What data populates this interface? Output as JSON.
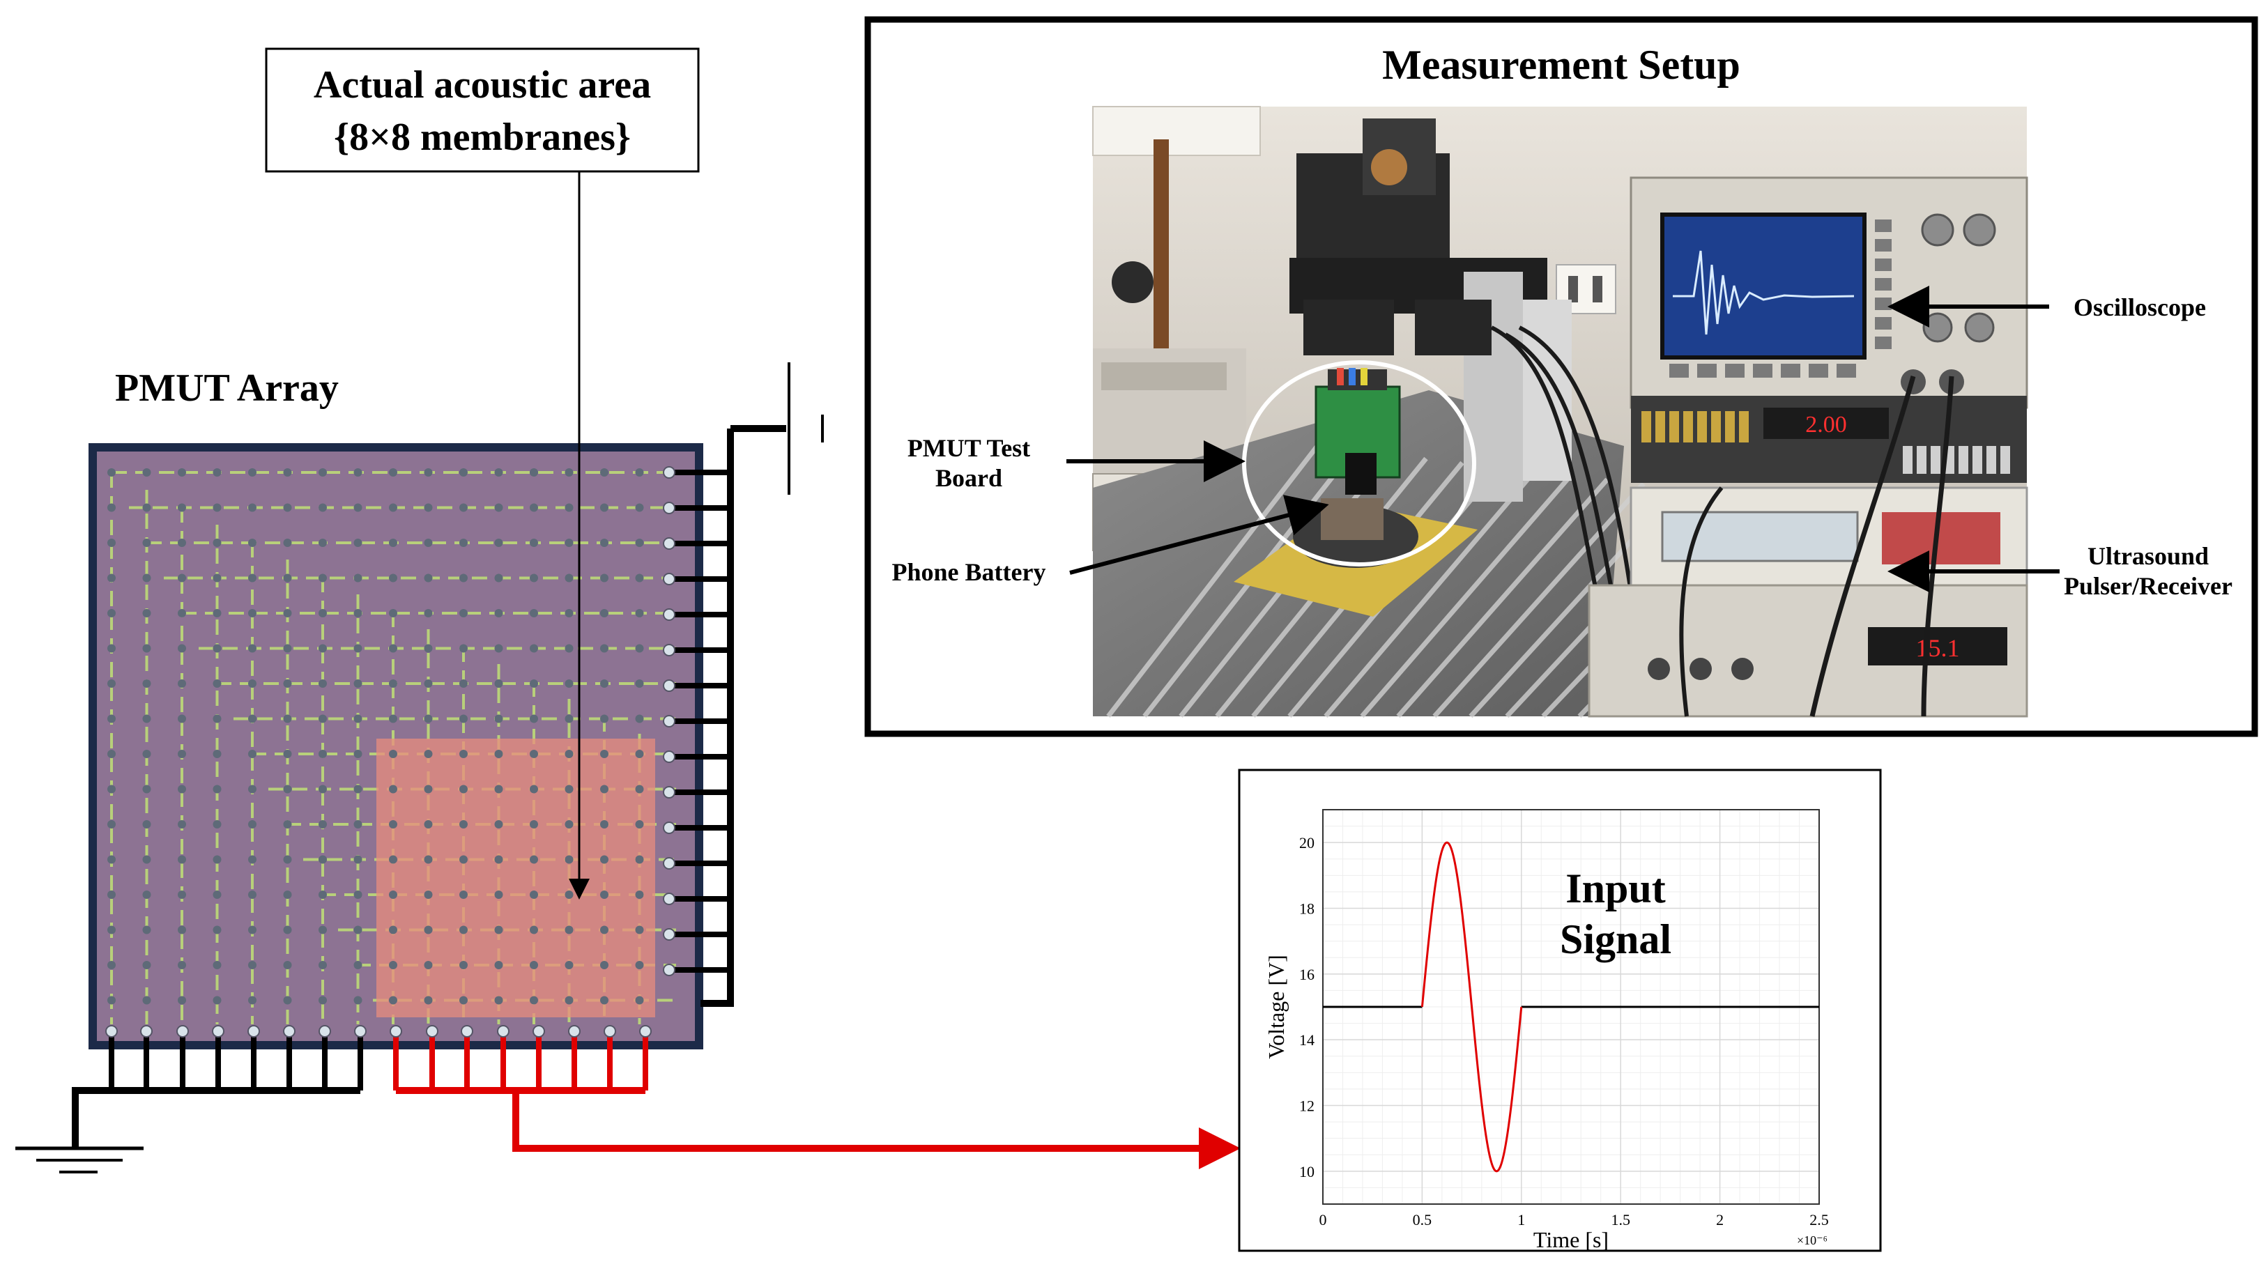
{
  "callout": {
    "line1": "Actual acoustic area",
    "line2": "{8×8 membranes}"
  },
  "pmut_title": "PMUT Array",
  "setup": {
    "title": "Measurement Setup",
    "labels": {
      "test_board_1": "PMUT Test",
      "test_board_2": "Board",
      "battery": "Phone Battery",
      "oscilloscope": "Oscilloscope",
      "pulser_1": "Ultrasound",
      "pulser_2": "Pulser/Receiver"
    },
    "scope_readout": "2.00",
    "meter_readout": "15.1"
  },
  "input_signal": {
    "label_1": "Input",
    "label_2": "Signal"
  },
  "colors": {
    "array_border": "#1c2a48",
    "array_fill": "#8d7393",
    "acoustic_area": "#e88c7e",
    "ground_wire": "#000000",
    "signal_wire": "#e00000",
    "signal_curve": "#e00000"
  },
  "chart_data": {
    "type": "line",
    "xlabel": "Time [s]",
    "ylabel": "Voltage [V]",
    "x_multiplier": "×10⁻⁶",
    "xlim": [
      0,
      2.5
    ],
    "ylim": [
      9,
      21
    ],
    "xticks": [
      "0",
      "0.5",
      "1",
      "1.5",
      "2",
      "2.5"
    ],
    "yticks": [
      "10",
      "12",
      "14",
      "16",
      "18",
      "20"
    ],
    "grid": true,
    "series": [
      {
        "color": "#000000",
        "segments": [
          [
            [
              0,
              15
            ],
            [
              0.5,
              15
            ]
          ],
          [
            [
              1.0,
              15
            ],
            [
              2.5,
              15
            ]
          ]
        ]
      },
      {
        "color": "#e00000",
        "burst": {
          "start": 0.5,
          "end": 1.0,
          "baseline": 15,
          "amplitude": 5,
          "peak": 20,
          "trough": 10
        }
      }
    ]
  }
}
